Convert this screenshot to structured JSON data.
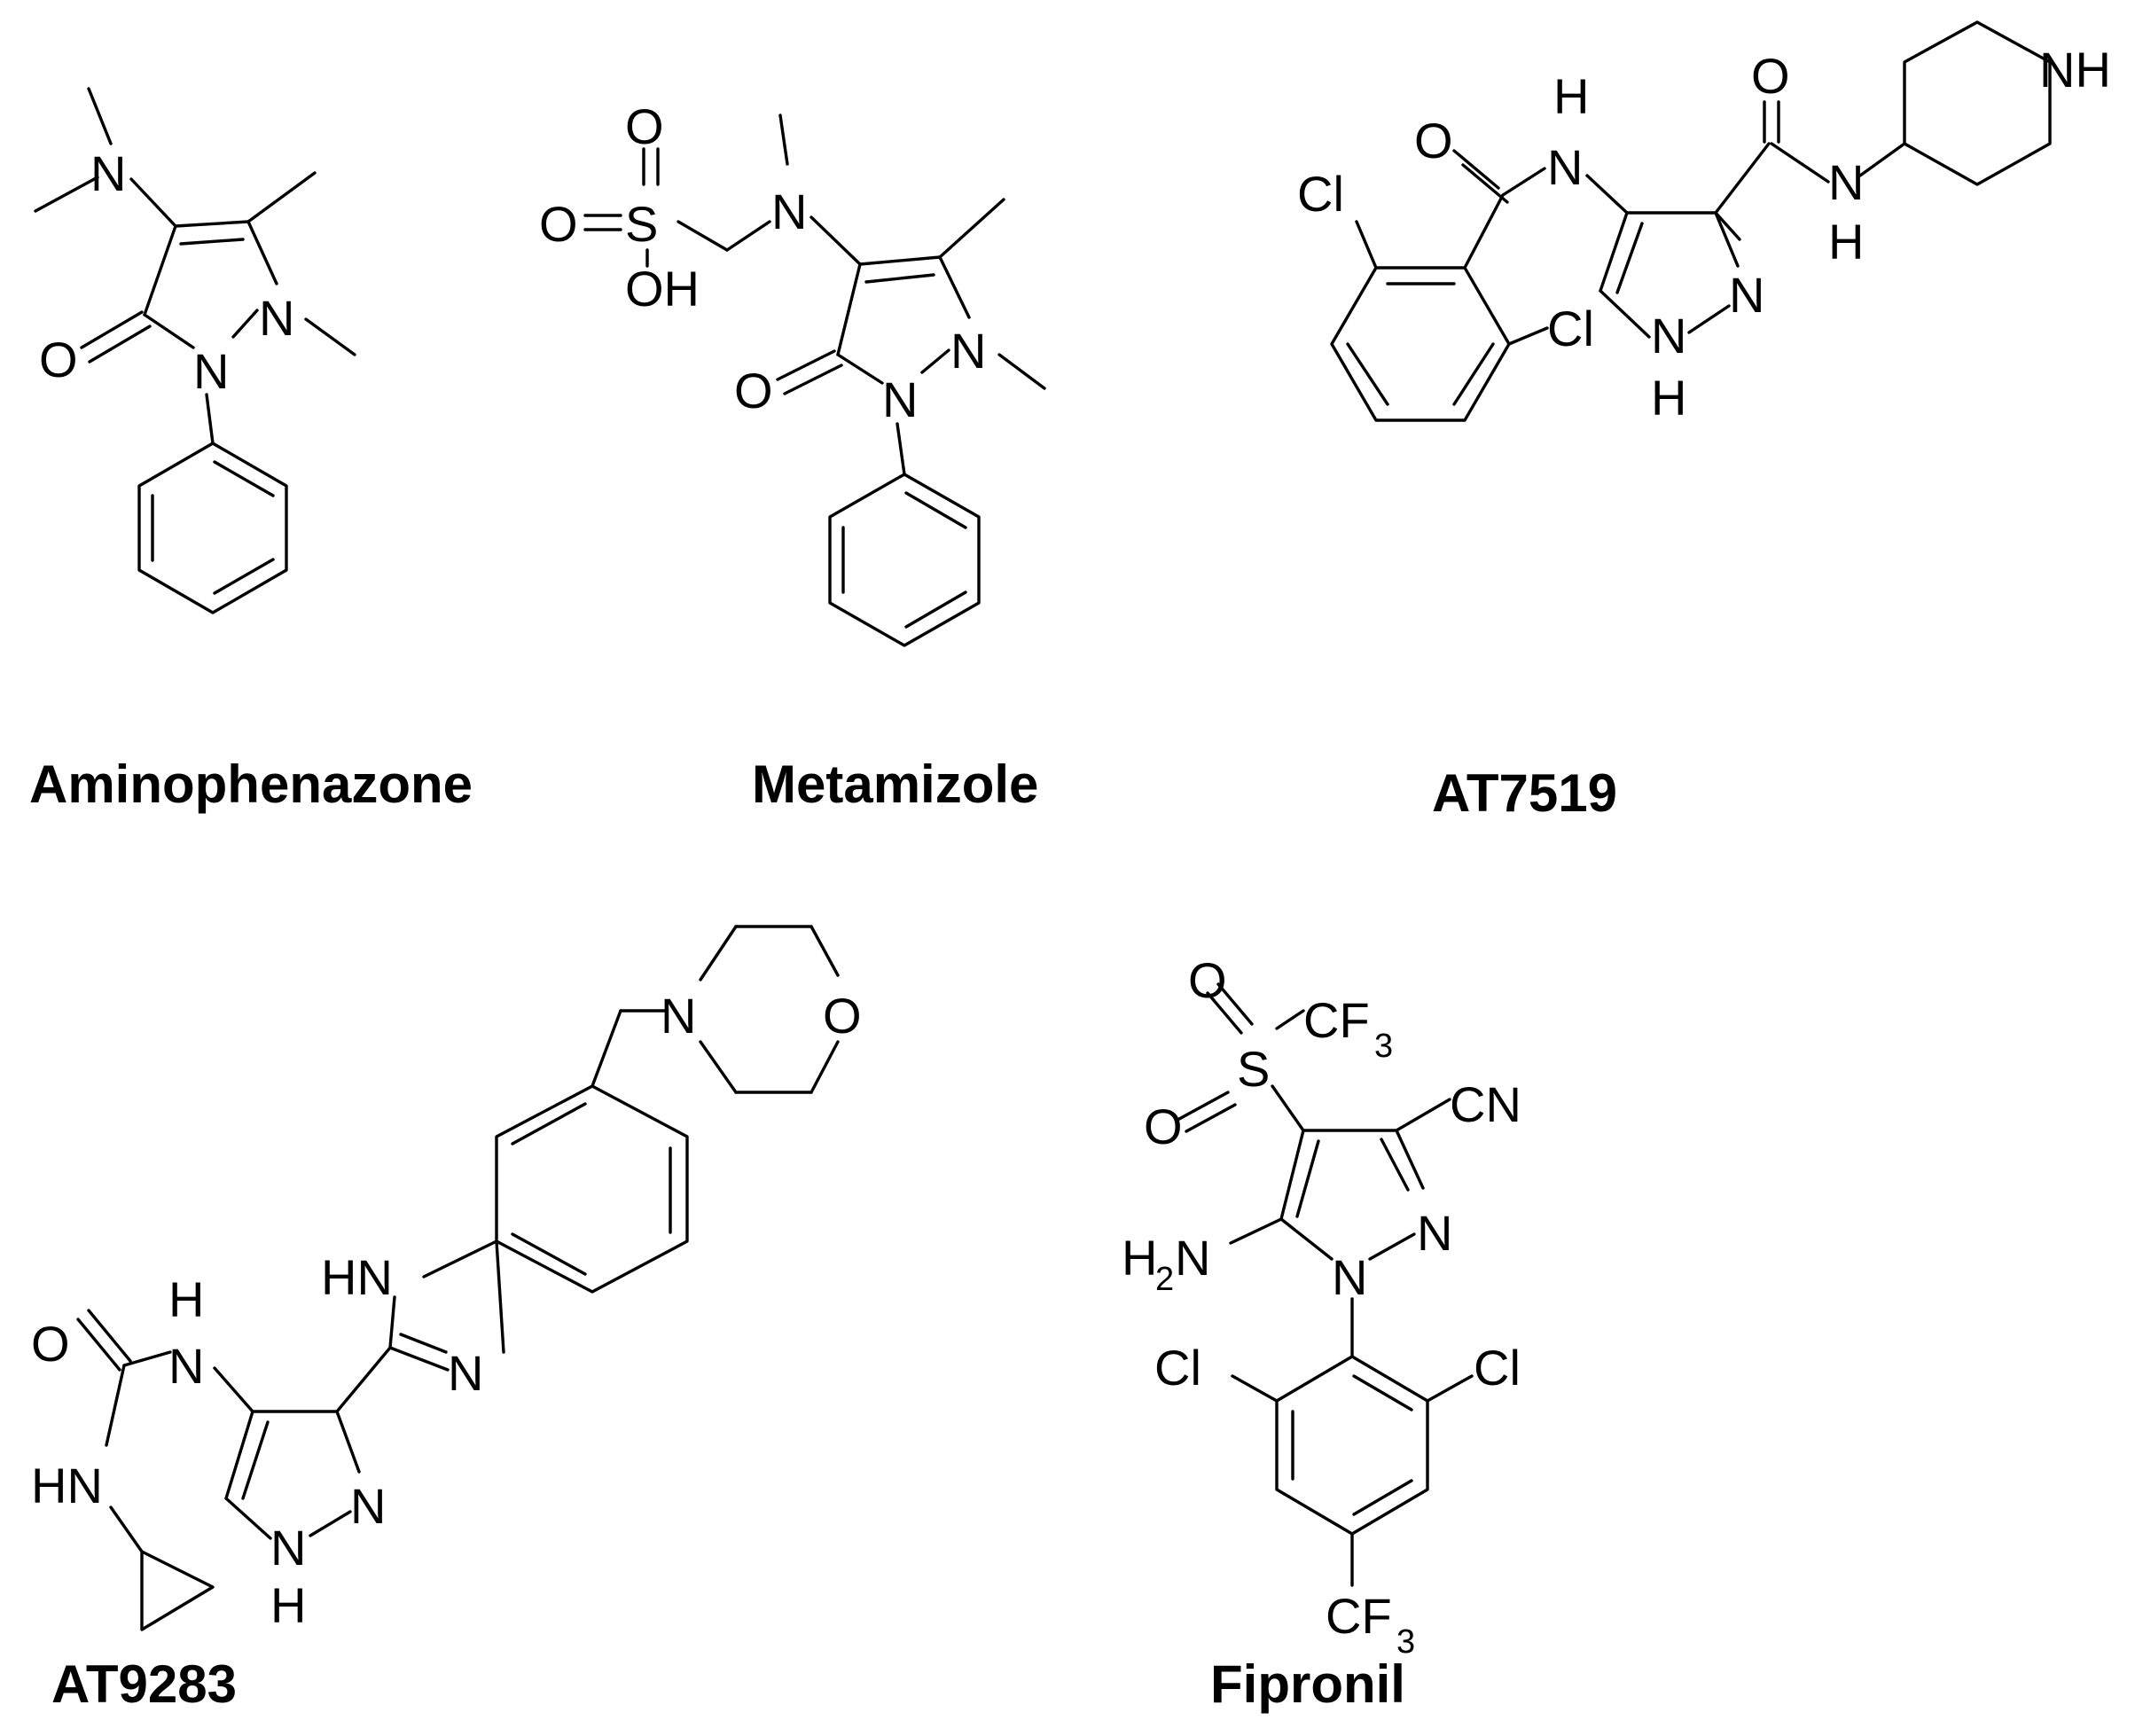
{
  "compounds": [
    {
      "name": "Aminophenazone"
    },
    {
      "name": "Metamizole"
    },
    {
      "name": "AT7519"
    },
    {
      "name": "AT9283"
    },
    {
      "name": "Fipronil"
    }
  ],
  "atom_labels": {
    "N": "N",
    "O": "O",
    "S": "S",
    "Cl": "Cl",
    "H": "H",
    "OH": "OH",
    "HN": "HN",
    "NH": "NH",
    "CN": "CN",
    "CF": "CF",
    "three": "3",
    "two": "2"
  },
  "colors": {
    "ink": "#000000",
    "background": "#ffffff"
  }
}
